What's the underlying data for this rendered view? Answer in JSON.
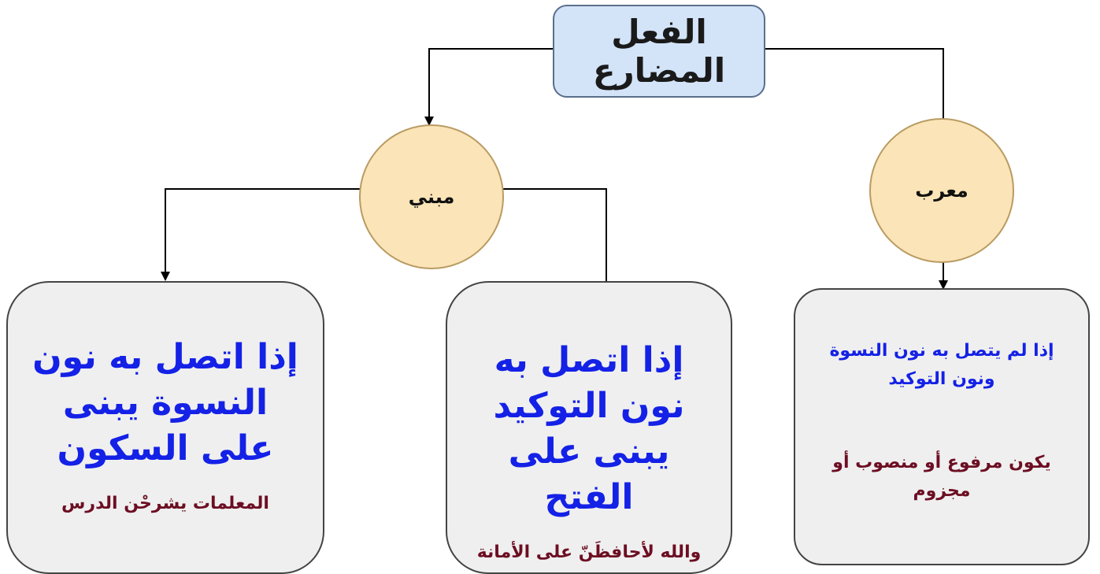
{
  "root": {
    "label": "الفعل المضارع"
  },
  "branches": {
    "mabni": {
      "label": "مبني"
    },
    "murab": {
      "label": "معرب"
    }
  },
  "boxes": {
    "sukun": {
      "rule": "إذا اتصل به نون النسوة يبنى على السكون",
      "example": "المعلمات يشرحْن الدرس"
    },
    "fath": {
      "rule": "إذا اتصل به نون التوكيد يبنى على الفتح",
      "example": "والله لأحافظَنّ على الأمانة"
    },
    "murab": {
      "rule": "إذا لم يتصل به نون النسوة ونون التوكيد",
      "desc": "يكون مرفوع أو منصوب أو مجزوم"
    }
  },
  "colors": {
    "rule_text": "#1421e6",
    "example_text": "#6c0e22",
    "root_fill": "#d3e3f8",
    "circle_fill": "#fbe4b7",
    "box_fill": "#efefef"
  }
}
